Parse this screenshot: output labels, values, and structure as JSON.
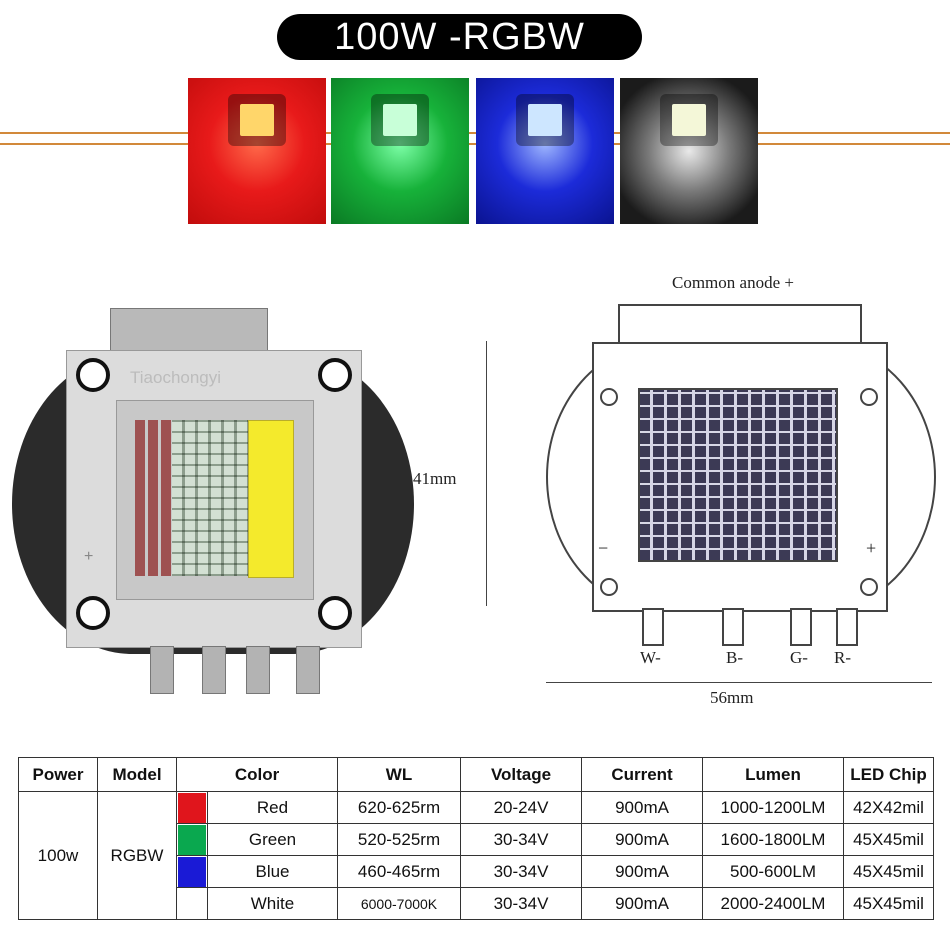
{
  "title": "100W -RGBW",
  "swatches": [
    {
      "name": "red",
      "color": "#e81a1a",
      "chip_color": "#ffd66a"
    },
    {
      "name": "green",
      "color": "#17b23a",
      "chip_color": "#c8ffd8"
    },
    {
      "name": "blue",
      "color": "#1c2bd9",
      "chip_color": "#cde6ff"
    },
    {
      "name": "white",
      "color": "#1b1b1b",
      "chip_color": "#f4f7d8"
    }
  ],
  "photo": {
    "watermark": "Tiaochongyi",
    "plus": "+"
  },
  "schematic": {
    "common_anode": "Common anode +",
    "height_dim": "41mm",
    "width_dim": "56mm",
    "minus": "−",
    "plus": "+",
    "pins": [
      "W-",
      "B-",
      "G-",
      "R-"
    ]
  },
  "table": {
    "headers": [
      "Power",
      "Model",
      "Color",
      "WL",
      "Voltage",
      "Current",
      "Lumen",
      "LED Chip"
    ],
    "power": "100w",
    "model": "RGBW",
    "rows": [
      {
        "swatch": "#e0151c",
        "color": "Red",
        "wl": "620-625rm",
        "voltage": "20-24V",
        "current": "900mA",
        "lumen": "1000-1200LM",
        "chip": "42X42mil"
      },
      {
        "swatch": "#0aa84f",
        "color": "Green",
        "wl": "520-525rm",
        "voltage": "30-34V",
        "current": "900mA",
        "lumen": "1600-1800LM",
        "chip": "45X45mil"
      },
      {
        "swatch": "#1a1ad6",
        "color": "Blue",
        "wl": "460-465rm",
        "voltage": "30-34V",
        "current": "900mA",
        "lumen": "500-600LM",
        "chip": "45X45mil"
      },
      {
        "swatch": "#ffffff",
        "color": "White",
        "wl": "6000-7000K",
        "voltage": "30-34V",
        "current": "900mA",
        "lumen": "2000-2400LM",
        "chip": "45X45mil"
      }
    ]
  }
}
